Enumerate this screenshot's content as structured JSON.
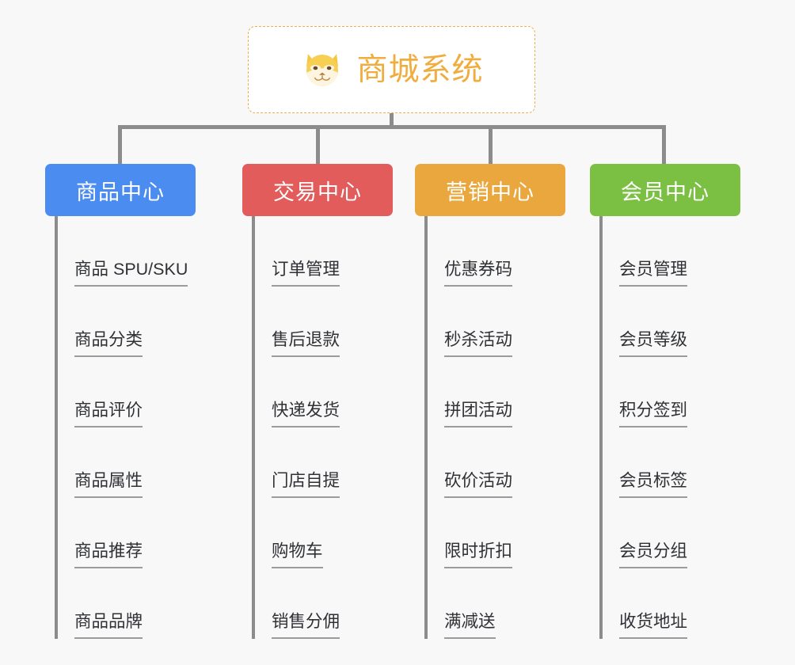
{
  "diagram": {
    "type": "org-chart",
    "background_color": "#f8f8f8",
    "root": {
      "title": "商城系统",
      "icon": "dog-face-emoji",
      "text_color": "#f0ad3e",
      "border_color": "#e8b14c",
      "border_style": "dashed",
      "fill_color": "#ffffff"
    },
    "connector_color": "#8c8c8c",
    "leaf_text_color": "#2f3135",
    "leaf_underline_color": "#9b9b9b",
    "columns": [
      {
        "label": "商品中心",
        "color": "#4a8cf0",
        "items": [
          "商品 SPU/SKU",
          "商品分类",
          "商品评价",
          "商品属性",
          "商品推荐",
          "商品品牌"
        ]
      },
      {
        "label": "交易中心",
        "color": "#e25c5c",
        "items": [
          "订单管理",
          "售后退款",
          "快递发货",
          "门店自提",
          "购物车",
          "销售分佣"
        ]
      },
      {
        "label": "营销中心",
        "color": "#eaa73e",
        "items": [
          "优惠券码",
          "秒杀活动",
          "拼团活动",
          "砍价活动",
          "限时折扣",
          "满减送"
        ]
      },
      {
        "label": "会员中心",
        "color": "#7bc043",
        "items": [
          "会员管理",
          "会员等级",
          "积分签到",
          "会员标签",
          "会员分组",
          "收货地址"
        ]
      }
    ]
  }
}
